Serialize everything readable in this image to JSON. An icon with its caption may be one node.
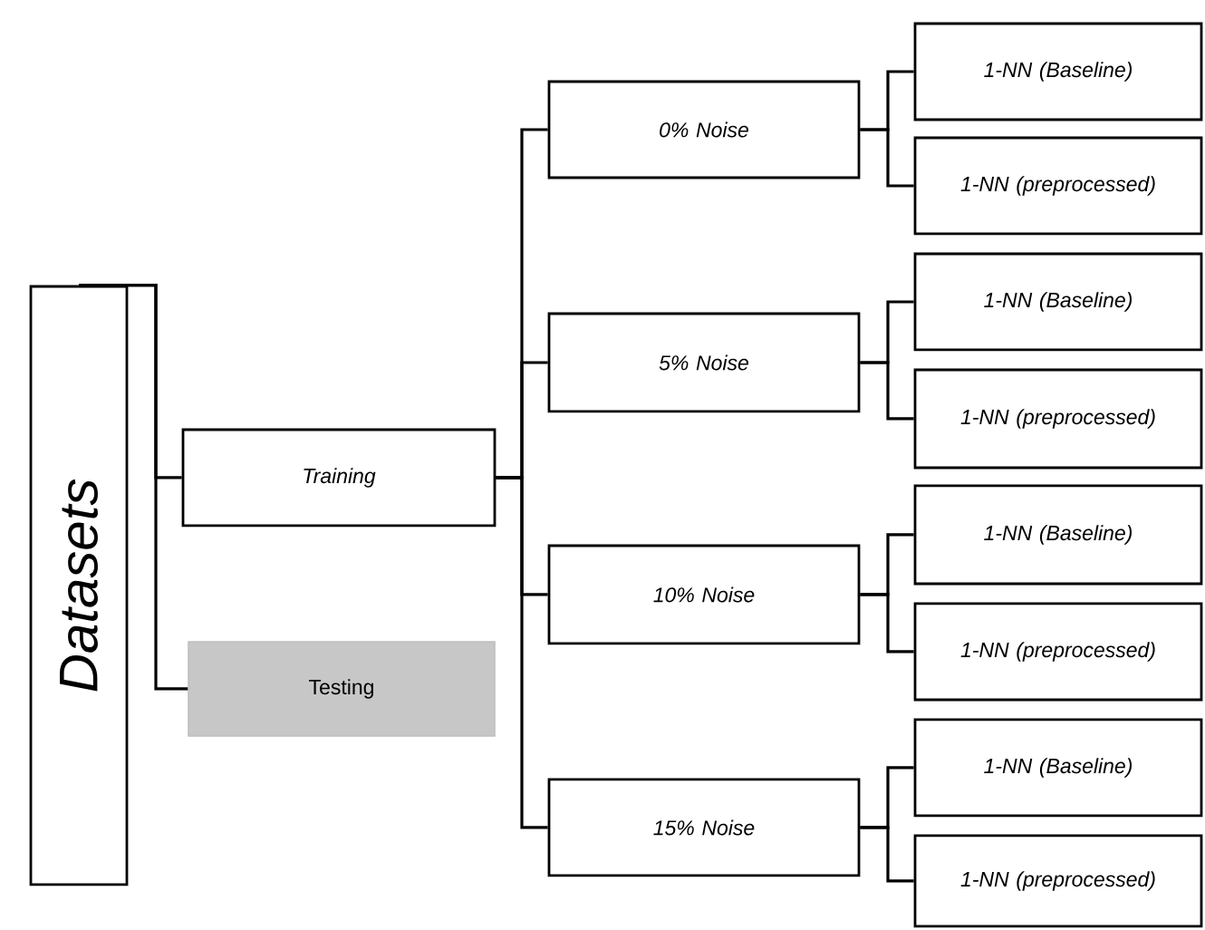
{
  "diagram": {
    "nodes": [
      {
        "text": [
          "Datasets"
        ]
      },
      {
        "text": [
          "Training"
        ]
      },
      {
        "text": [
          "Testing"
        ]
      },
      {
        "text": [
          "0% Noise"
        ]
      },
      {
        "text": [
          "5% Noise"
        ]
      },
      {
        "text": [
          "10% Noise"
        ]
      },
      {
        "text": [
          "15% Noise"
        ]
      },
      {
        "text": [
          "1-NN (Baseline)"
        ]
      },
      {
        "text": [
          "1-NN (preprocessed)"
        ]
      },
      {
        "text": [
          "1-NN (Baseline)"
        ]
      },
      {
        "text": [
          "1-NN (preprocessed)"
        ]
      },
      {
        "text": [
          "1-NN (Baseline)"
        ]
      },
      {
        "text": [
          "1-NN (preprocessed)"
        ]
      },
      {
        "text": [
          "1-NN (Baseline)"
        ]
      },
      {
        "text": [
          "1-NN (preprocessed)"
        ]
      }
    ],
    "edges": [
      {
        "from": 0,
        "to": 1,
        "arrow": "none"
      },
      {
        "from": 0,
        "to": 2,
        "arrow": "none"
      },
      {
        "from": 1,
        "to": 3,
        "arrow": "none"
      },
      {
        "from": 1,
        "to": 4,
        "arrow": "none"
      },
      {
        "from": 1,
        "to": 5,
        "arrow": "none"
      },
      {
        "from": 1,
        "to": 6,
        "arrow": "none"
      },
      {
        "from": 3,
        "to": 7,
        "arrow": "none"
      },
      {
        "from": 3,
        "to": 8,
        "arrow": "none"
      },
      {
        "from": 4,
        "to": 9,
        "arrow": "none"
      },
      {
        "from": 4,
        "to": 10,
        "arrow": "none"
      },
      {
        "from": 5,
        "to": 11,
        "arrow": "none"
      },
      {
        "from": 5,
        "to": 12,
        "arrow": "none"
      },
      {
        "from": 6,
        "to": 13,
        "arrow": "none"
      },
      {
        "from": 6,
        "to": 14,
        "arrow": "none"
      }
    ]
  }
}
